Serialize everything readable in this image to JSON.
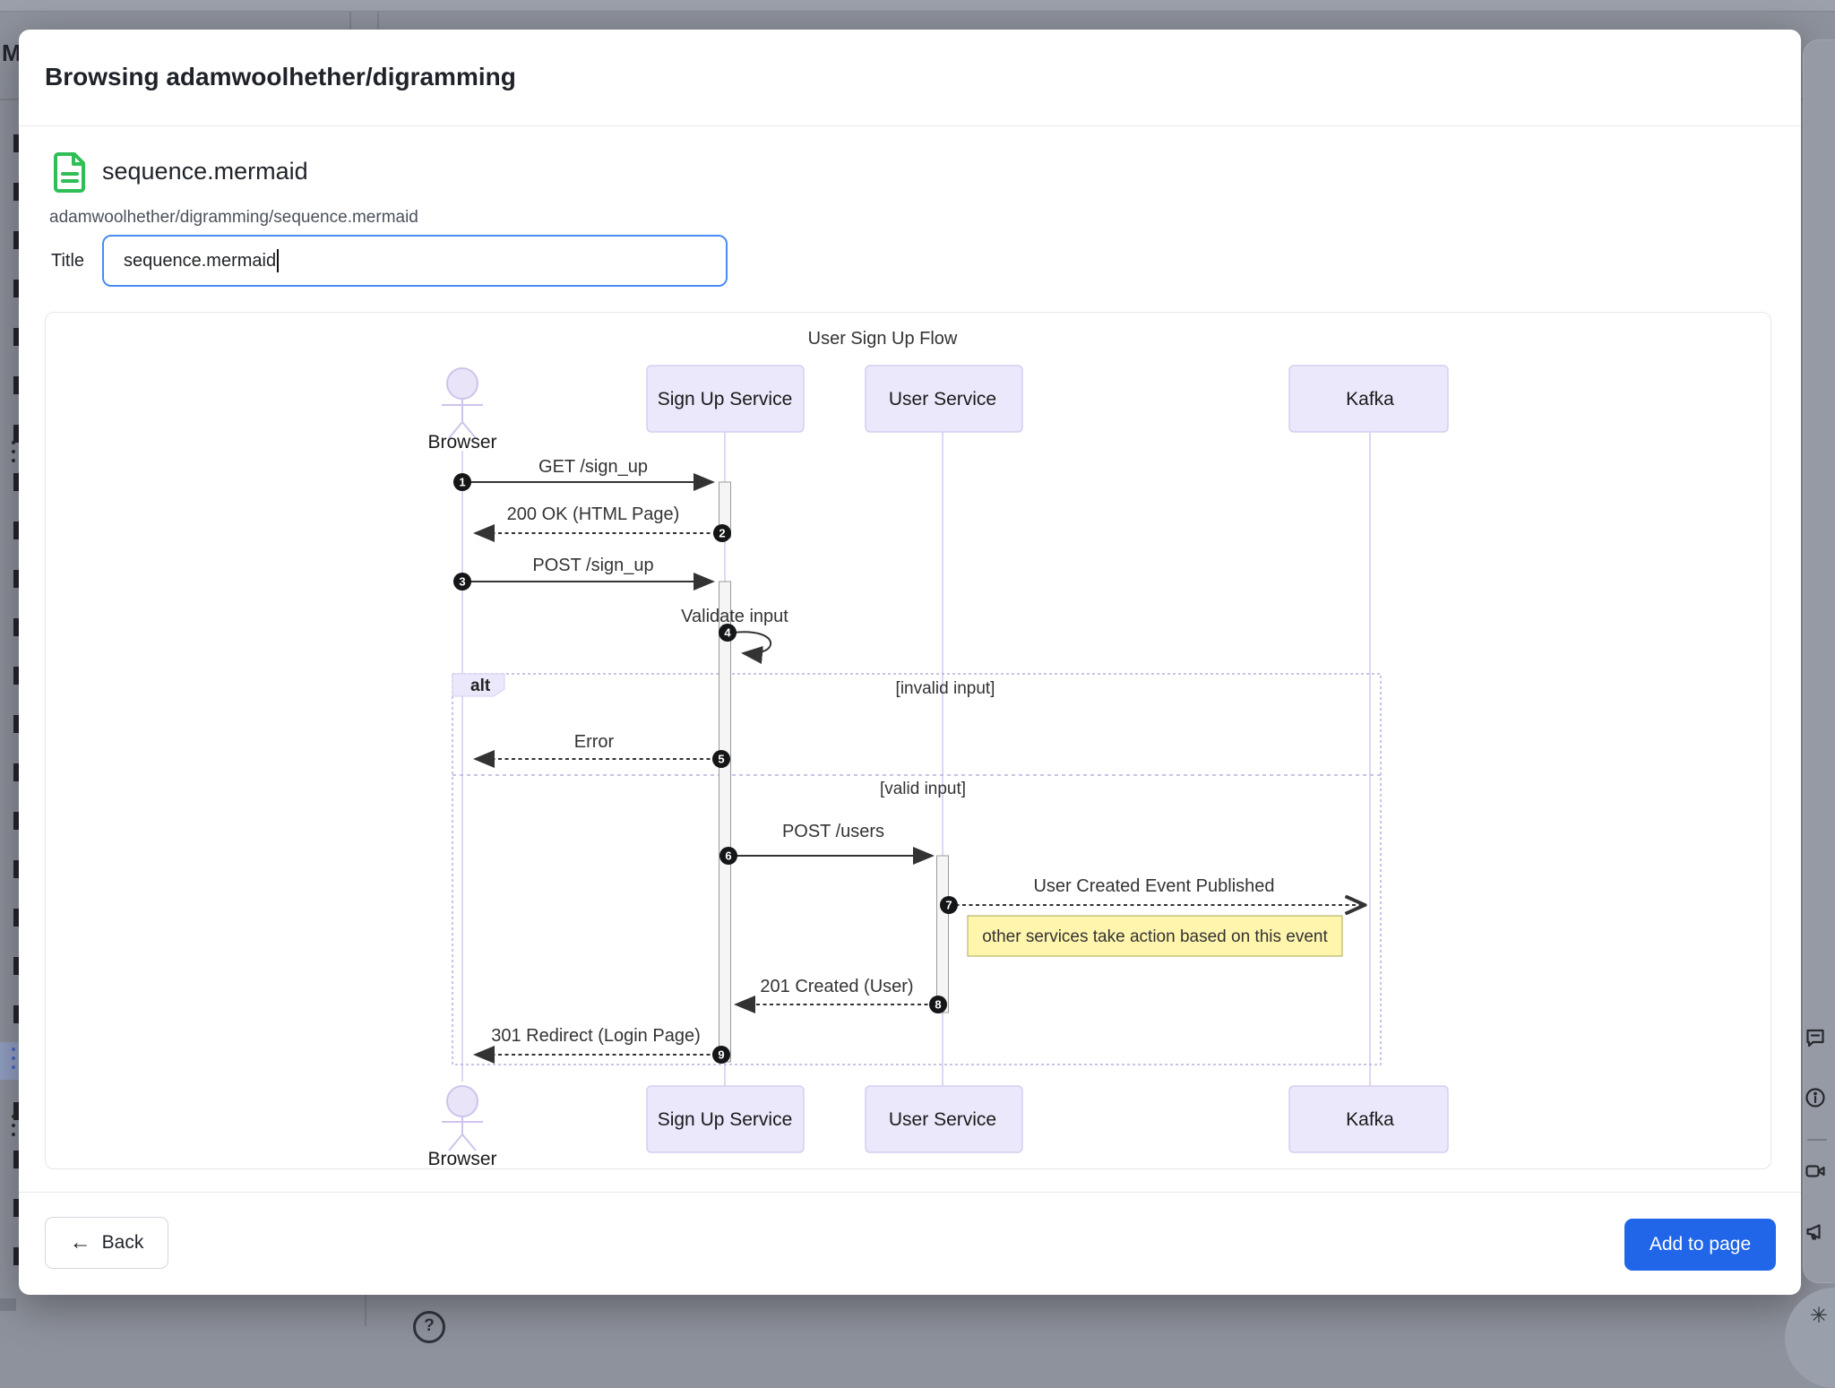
{
  "backdrop": {
    "page_title": "My",
    "help_label": "?"
  },
  "right_toolbar": {
    "icons": [
      "comment",
      "info",
      "video-camera",
      "megaphone",
      "sparkle"
    ],
    "sparkle_glyph": "✳"
  },
  "modal": {
    "title": "Browsing adamwoolhether/digramming",
    "file": {
      "name": "sequence.mermaid",
      "path": "adamwoolhether/digramming/sequence.mermaid"
    },
    "title_field": {
      "label": "Title",
      "value": "sequence.mermaid"
    },
    "footer": {
      "back_icon": "←",
      "back": "Back",
      "add": "Add to page"
    }
  },
  "diagram": {
    "title": "User Sign Up Flow",
    "actors": [
      {
        "id": "browser",
        "label": "Browser"
      },
      {
        "id": "signup",
        "label": "Sign Up Service"
      },
      {
        "id": "user",
        "label": "User Service"
      },
      {
        "id": "kafka",
        "label": "Kafka"
      }
    ],
    "messages": [
      {
        "n": 1,
        "text": "GET /sign_up"
      },
      {
        "n": 2,
        "text": "200 OK (HTML Page)"
      },
      {
        "n": 3,
        "text": "POST /sign_up"
      },
      {
        "n": 4,
        "text": "Validate input"
      },
      {
        "n": 5,
        "text": "Error"
      },
      {
        "n": 6,
        "text": "POST /users"
      },
      {
        "n": 7,
        "text": "User Created Event Published"
      },
      {
        "n": 8,
        "text": "201 Created (User)"
      },
      {
        "n": 9,
        "text": "301 Redirect (Login Page)"
      }
    ],
    "alt": {
      "label": "alt",
      "invalid_guard": "[invalid input]",
      "valid_guard": "[valid input]"
    },
    "note": "other services take action based on this event"
  },
  "colors": {
    "accent_blue": "#2166e8",
    "focus_blue": "#4b8bf5",
    "file_green": "#2fbe57",
    "note_yellow": "#fff5ad",
    "actor_lavender": "#ebe8fb",
    "badge_dark": "#141617",
    "backdrop_gray": "#8e929c"
  }
}
